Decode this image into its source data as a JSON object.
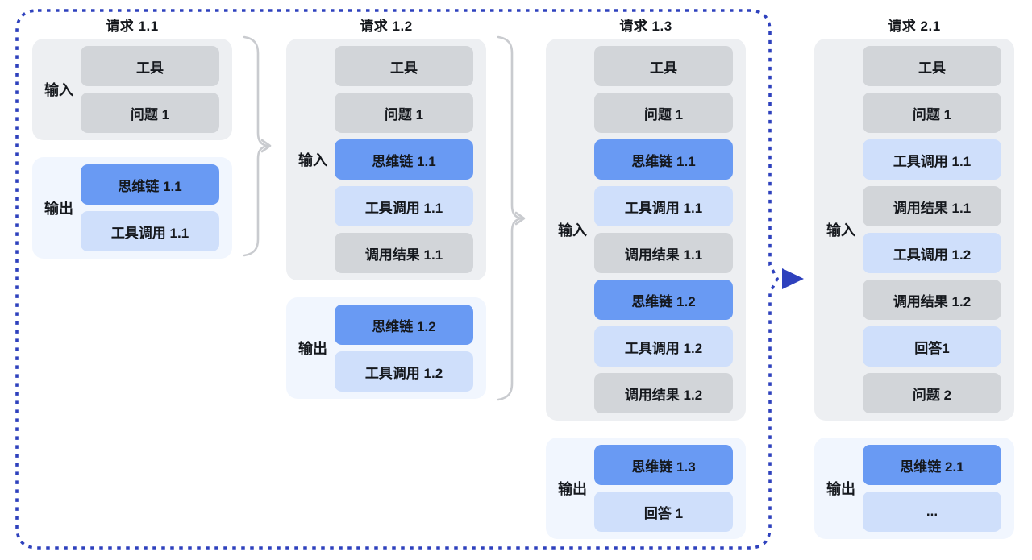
{
  "colors": {
    "dashed_border": "#2e41bd",
    "arrow_head": "#2e41bd",
    "brace": "#c9cbcf",
    "box_gray": "#d2d5d9",
    "box_blue": "#699af3",
    "box_lightblue": "#cfdffb",
    "panel_input": "#edeff2",
    "panel_output": "#f1f6fe",
    "text": "#15181d"
  },
  "icons": {
    "brace_arrow_1": "curly-brace-merge-arrow",
    "brace_arrow_2": "curly-brace-merge-arrow",
    "next_request_arrow": "right-arrow"
  },
  "groups": [
    {
      "title": "请求 1.1",
      "input": {
        "label": "输入",
        "boxes": [
          {
            "text": "工具",
            "style": "gray"
          },
          {
            "text": "问题 1",
            "style": "gray"
          }
        ]
      },
      "output": {
        "label": "输出",
        "boxes": [
          {
            "text": "思维链 1.1",
            "style": "blue"
          },
          {
            "text": "工具调用 1.1",
            "style": "lightblue"
          }
        ]
      }
    },
    {
      "title": "请求 1.2",
      "input": {
        "label": "输入",
        "boxes": [
          {
            "text": "工具",
            "style": "gray"
          },
          {
            "text": "问题 1",
            "style": "gray"
          },
          {
            "text": "思维链 1.1",
            "style": "blue"
          },
          {
            "text": "工具调用 1.1",
            "style": "lightblue"
          },
          {
            "text": "调用结果 1.1",
            "style": "gray"
          }
        ]
      },
      "output": {
        "label": "输出",
        "boxes": [
          {
            "text": "思维链 1.2",
            "style": "blue"
          },
          {
            "text": "工具调用 1.2",
            "style": "lightblue"
          }
        ]
      }
    },
    {
      "title": "请求 1.3",
      "input": {
        "label": "输入",
        "boxes": [
          {
            "text": "工具",
            "style": "gray"
          },
          {
            "text": "问题 1",
            "style": "gray"
          },
          {
            "text": "思维链 1.1",
            "style": "blue"
          },
          {
            "text": "工具调用 1.1",
            "style": "lightblue"
          },
          {
            "text": "调用结果 1.1",
            "style": "gray"
          },
          {
            "text": "思维链 1.2",
            "style": "blue"
          },
          {
            "text": "工具调用 1.2",
            "style": "lightblue"
          },
          {
            "text": "调用结果 1.2",
            "style": "gray"
          }
        ]
      },
      "output": {
        "label": "输出",
        "boxes": [
          {
            "text": "思维链 1.3",
            "style": "blue"
          },
          {
            "text": "回答 1",
            "style": "lightblue"
          }
        ]
      }
    },
    {
      "title": "请求 2.1",
      "input": {
        "label": "输入",
        "boxes": [
          {
            "text": "工具",
            "style": "gray"
          },
          {
            "text": "问题 1",
            "style": "gray"
          },
          {
            "text": "工具调用 1.1",
            "style": "lightblue"
          },
          {
            "text": "调用结果 1.1",
            "style": "gray"
          },
          {
            "text": "工具调用 1.2",
            "style": "lightblue"
          },
          {
            "text": "调用结果 1.2",
            "style": "gray"
          },
          {
            "text": "回答1",
            "style": "lightblue"
          },
          {
            "text": "问题 2",
            "style": "gray"
          }
        ]
      },
      "output": {
        "label": "输出",
        "boxes": [
          {
            "text": "思维链 2.1",
            "style": "blue"
          },
          {
            "text": "...",
            "style": "lightblue"
          }
        ]
      }
    }
  ]
}
